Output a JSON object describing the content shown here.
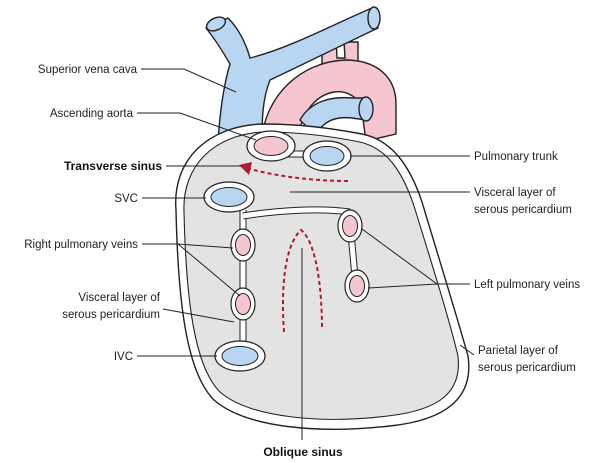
{
  "labels": {
    "superior_vena_cava": "Superior vena cava",
    "ascending_aorta": "Ascending aorta",
    "transverse_sinus": "Transverse sinus",
    "svc": "SVC",
    "right_pulmonary_veins": "Right pulmonary veins",
    "visceral_layer_left_line1": "Visceral layer of",
    "visceral_layer_left_line2": "serous pericardium",
    "ivc": "IVC",
    "oblique_sinus": "Oblique sinus",
    "pulmonary_trunk": "Pulmonary trunk",
    "visceral_layer_right_line1": "Visceral layer of",
    "visceral_layer_right_line2": "serous pericardium",
    "left_pulmonary_veins": "Left pulmonary veins",
    "parietal_layer_line1": "Parietal layer of",
    "parietal_layer_line2": "serous pericardium"
  },
  "colors": {
    "vein_blue": "#b8d6f2",
    "artery_pink": "#f6c6d0",
    "sac_gray": "#e3e3e3",
    "arrow_red": "#b2182b",
    "outline": "#222222"
  }
}
